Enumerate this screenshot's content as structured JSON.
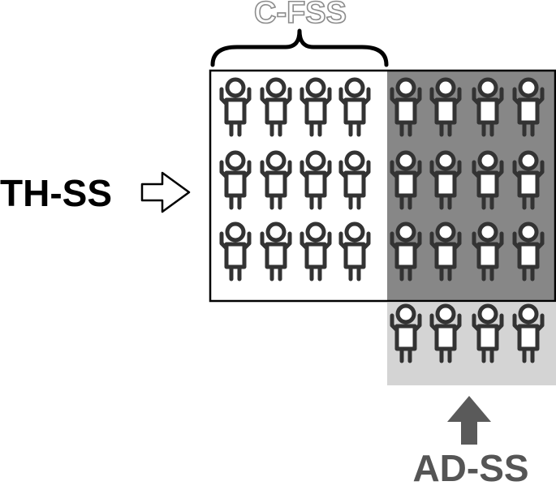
{
  "labels": {
    "thss": "TH-SS",
    "cfss": "C-FSS",
    "adss": "AD-SS"
  },
  "colors": {
    "dark_panel": "#878787",
    "light_panel": "#d4d4d4",
    "figure_stroke": "#333333",
    "figure_fill": "#ffffff",
    "adss_text": "#555555",
    "cfss_outline": "#8c8c8c",
    "arrow_fill": "#5a5a5a"
  },
  "icons": {
    "person": "person-arms-raised-icon",
    "right_arrow": "outline-right-arrow-icon",
    "up_arrow": "solid-up-arrow-icon",
    "brace": "curly-brace-icon"
  },
  "groups": {
    "white_block": {
      "columns": 4,
      "rows": 3
    },
    "dark_block": {
      "columns": 4,
      "rows": 3
    },
    "light_block": {
      "columns": 4,
      "rows": 1
    }
  }
}
